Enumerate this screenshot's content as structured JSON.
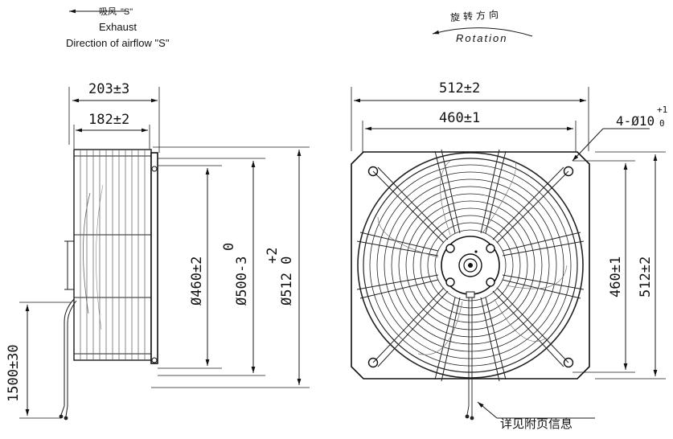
{
  "airflow": {
    "cn_label": "吸风",
    "code": "\"S\"",
    "word": "Exhaust",
    "direction": "Direction of airflow \"S\""
  },
  "rotation": {
    "cn_label": "旋转方向",
    "word": "Rotation"
  },
  "side_view": {
    "depth_overall": "203±3",
    "depth_guard": "182±2",
    "dia_guard": "Ø460±2",
    "dia_ring_tol_top": "0",
    "dia_ring": "Ø500-3",
    "dia_plate_tol_top": "+2",
    "dia_plate": "Ø512 0",
    "cable_length": "1500±30"
  },
  "front_view": {
    "plate_width": "512±2",
    "hole_spacing": "460±1",
    "holes_prefix": "4-Ø10",
    "holes_tol_upper": "+1",
    "holes_tol_lower": "0",
    "hole_spacing_v": "460±1",
    "plate_height": "512±2"
  },
  "note": "详见附页信息"
}
